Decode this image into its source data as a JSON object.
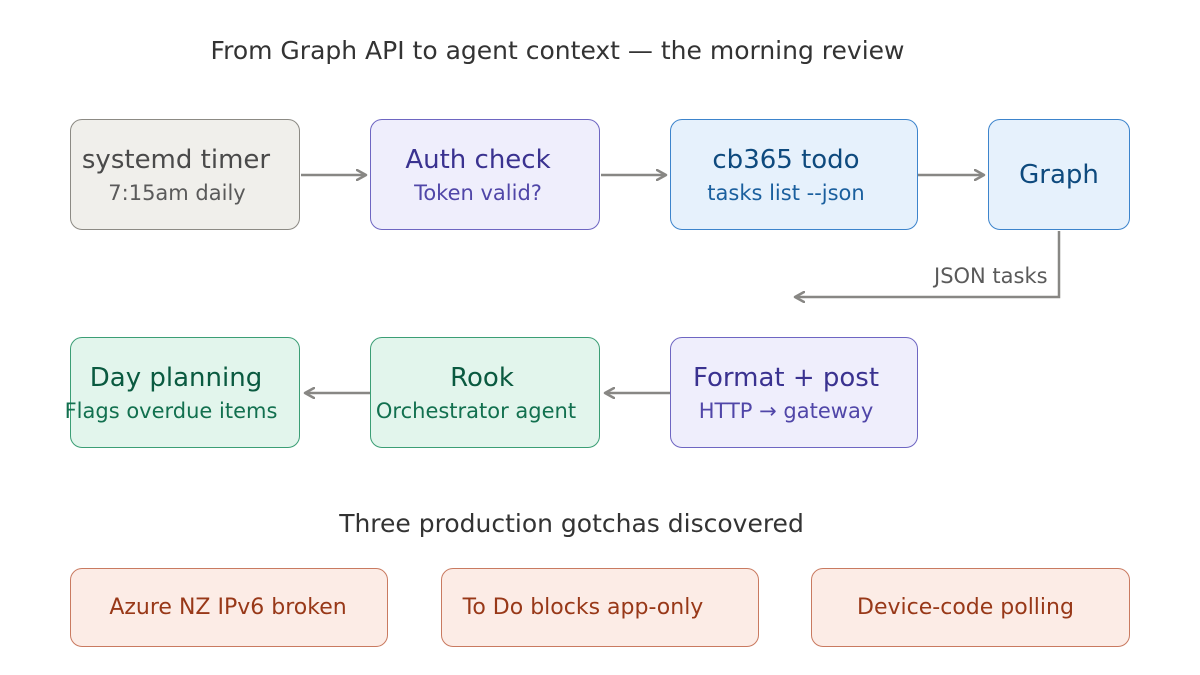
{
  "title": "From Graph API to agent context — the morning review",
  "nodes": {
    "systemd_timer": {
      "main": "systemd timer",
      "sub": "7:15am daily"
    },
    "auth_check": {
      "main": "Auth check",
      "sub": "Token valid?"
    },
    "cb365_todo": {
      "main": "cb365 todo",
      "sub": "tasks list --json"
    },
    "graph": {
      "main": "Graph"
    },
    "format_post": {
      "main": "Format + post",
      "sub": "HTTP → gateway"
    },
    "rook": {
      "main": "Rook",
      "sub": "Orchestrator agent"
    },
    "day_planning": {
      "main": "Day planning",
      "sub": "Flags overdue items"
    }
  },
  "edges": {
    "graph_to_format_label": "JSON tasks"
  },
  "gotchas": {
    "title": "Three production gotchas discovered",
    "items": [
      "Azure NZ IPv6 broken",
      "To Do blocks app-only",
      "Device-code polling"
    ]
  },
  "colors": {
    "arrow": "#888784",
    "gray_fill": "#f0efeb",
    "purple_fill": "#efeefc",
    "blue_fill": "#e6f1fc",
    "green_fill": "#e2f5ec",
    "peach_fill": "#fcece6"
  }
}
